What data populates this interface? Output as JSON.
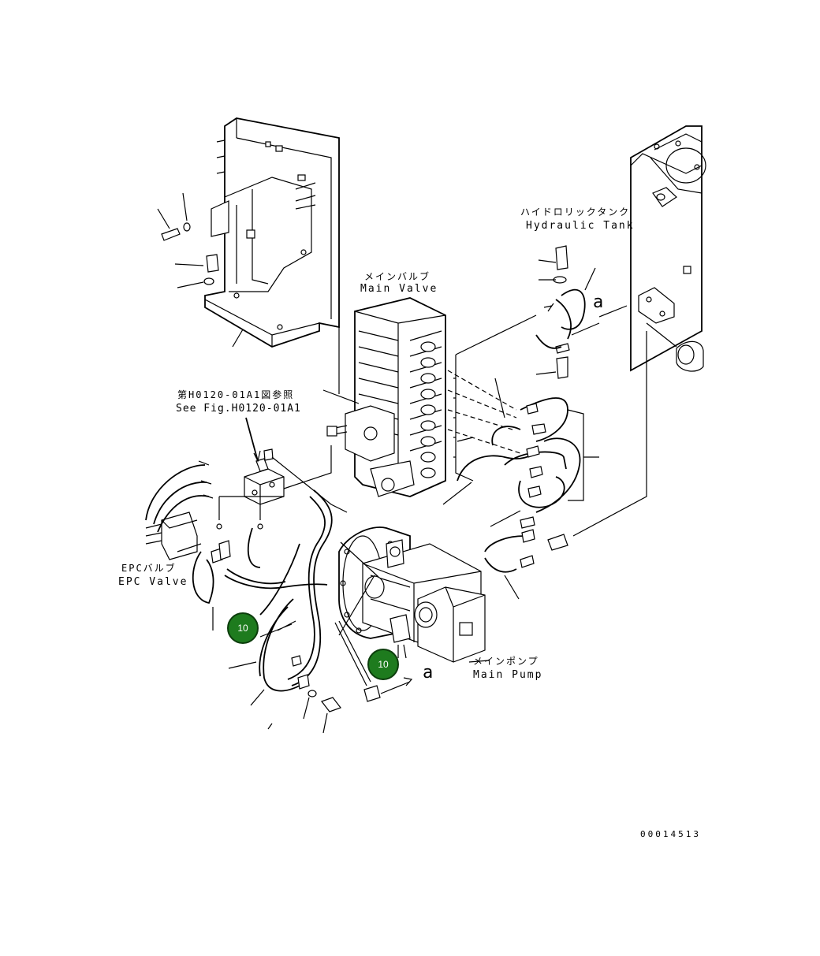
{
  "labels": {
    "hydraulic_tank_jp": "ハイドロリックタンク",
    "hydraulic_tank_en": "Hydraulic Tank",
    "main_valve_jp": "メインバルブ",
    "main_valve_en": "Main Valve",
    "see_fig_jp": "第H0120-01A1図参照",
    "see_fig_en": "See Fig.H0120-01A1",
    "epc_valve_jp": "EPCバルブ",
    "epc_valve_en": "EPC Valve",
    "main_pump_jp": "メインポンプ",
    "main_pump_en": "Main Pump",
    "view_marker_1": "a",
    "view_marker_2": "a"
  },
  "callouts": [
    {
      "label": "10"
    },
    {
      "label": "10"
    }
  ],
  "document_number": "00014513",
  "colors": {
    "line": "#000000",
    "background": "#ffffff",
    "callout_fill": "#1e7b1e"
  }
}
